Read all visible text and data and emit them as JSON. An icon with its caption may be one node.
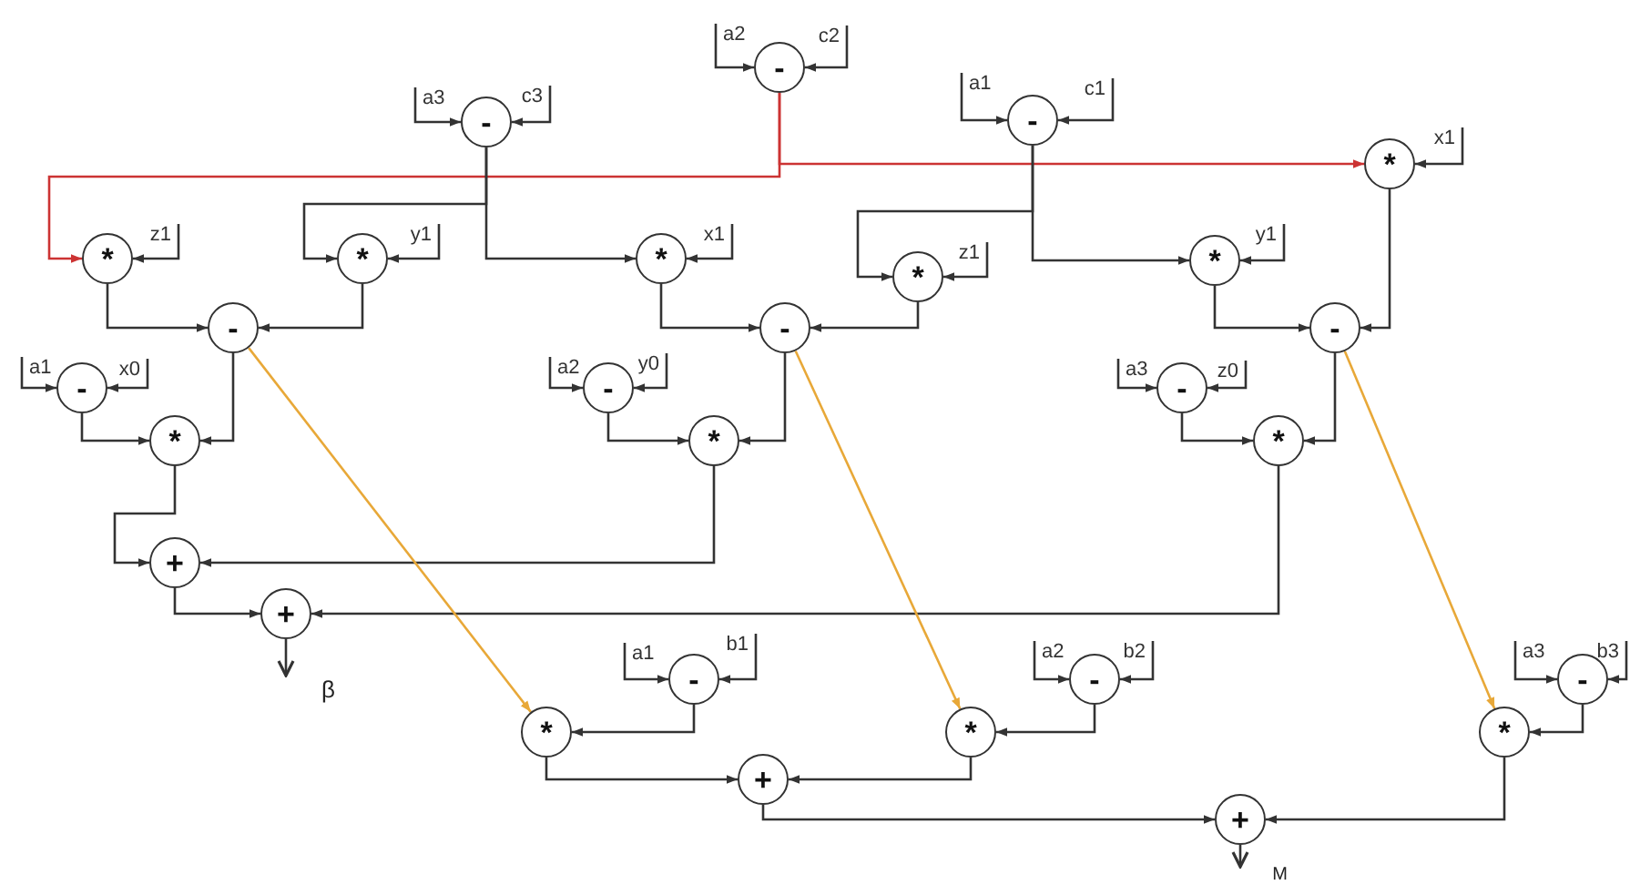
{
  "diagram": {
    "nodes": [
      {
        "text": [
          "a2"
        ]
      },
      {
        "text": [
          "c2"
        ]
      },
      {
        "text": [
          "-"
        ]
      },
      {
        "text": [
          "a3"
        ]
      },
      {
        "text": [
          "c3"
        ]
      },
      {
        "text": [
          "-"
        ]
      },
      {
        "text": [
          "a1"
        ]
      },
      {
        "text": [
          "c1"
        ]
      },
      {
        "text": [
          "-"
        ]
      },
      {
        "text": [
          "*"
        ]
      },
      {
        "text": [
          "x1"
        ]
      },
      {
        "text": [
          "*"
        ]
      },
      {
        "text": [
          "z1"
        ]
      },
      {
        "text": [
          "*"
        ]
      },
      {
        "text": [
          "y1"
        ]
      },
      {
        "text": [
          "*"
        ]
      },
      {
        "text": [
          "x1"
        ]
      },
      {
        "text": [
          "*"
        ]
      },
      {
        "text": [
          "z1"
        ]
      },
      {
        "text": [
          "*"
        ]
      },
      {
        "text": [
          "y1"
        ]
      },
      {
        "text": [
          "-"
        ]
      },
      {
        "text": [
          "-"
        ]
      },
      {
        "text": [
          "-"
        ]
      },
      {
        "text": [
          "a1"
        ]
      },
      {
        "text": [
          "x0"
        ]
      },
      {
        "text": [
          "-"
        ]
      },
      {
        "text": [
          "a2"
        ]
      },
      {
        "text": [
          "y0"
        ]
      },
      {
        "text": [
          "-"
        ]
      },
      {
        "text": [
          "a3"
        ]
      },
      {
        "text": [
          "z0"
        ]
      },
      {
        "text": [
          "-"
        ]
      },
      {
        "text": [
          "*"
        ]
      },
      {
        "text": [
          "*"
        ]
      },
      {
        "text": [
          "*"
        ]
      },
      {
        "text": [
          "+"
        ]
      },
      {
        "text": [
          "+"
        ]
      },
      {
        "text": [
          "β"
        ]
      },
      {
        "text": [
          "a1"
        ]
      },
      {
        "text": [
          "b1"
        ]
      },
      {
        "text": [
          "-"
        ]
      },
      {
        "text": [
          "a2"
        ]
      },
      {
        "text": [
          "b2"
        ]
      },
      {
        "text": [
          "-"
        ]
      },
      {
        "text": [
          "a3"
        ]
      },
      {
        "text": [
          "b3"
        ]
      },
      {
        "text": [
          "-"
        ]
      },
      {
        "text": [
          "*"
        ]
      },
      {
        "text": [
          "*"
        ]
      },
      {
        "text": [
          "*"
        ]
      },
      {
        "text": [
          "+"
        ]
      },
      {
        "text": [
          "+"
        ]
      },
      {
        "text": [
          "M"
        ]
      }
    ],
    "edges": [
      {
        "from": 0,
        "to": 2,
        "arrow": "to"
      },
      {
        "from": 1,
        "to": 2,
        "arrow": "to"
      },
      {
        "from": 3,
        "to": 5,
        "arrow": "to"
      },
      {
        "from": 4,
        "to": 5,
        "arrow": "to"
      },
      {
        "from": 6,
        "to": 8,
        "arrow": "to"
      },
      {
        "from": 7,
        "to": 8,
        "arrow": "to"
      },
      {
        "from": 10,
        "to": 9,
        "arrow": "to"
      },
      {
        "from": 2,
        "to": 11,
        "arrow": "to",
        "color": "#cc3333"
      },
      {
        "from": 2,
        "to": 9,
        "arrow": "to",
        "color": "#cc3333"
      },
      {
        "from": 5,
        "to": 13,
        "arrow": "to"
      },
      {
        "from": 5,
        "to": 15,
        "arrow": "to"
      },
      {
        "from": 8,
        "to": 17,
        "arrow": "to"
      },
      {
        "from": 8,
        "to": 19,
        "arrow": "to"
      },
      {
        "from": 12,
        "to": 11,
        "arrow": "to"
      },
      {
        "from": 14,
        "to": 13,
        "arrow": "to"
      },
      {
        "from": 16,
        "to": 15,
        "arrow": "to"
      },
      {
        "from": 18,
        "to": 17,
        "arrow": "to"
      },
      {
        "from": 20,
        "to": 19,
        "arrow": "to"
      },
      {
        "from": 11,
        "to": 21,
        "arrow": "to"
      },
      {
        "from": 13,
        "to": 21,
        "arrow": "to"
      },
      {
        "from": 15,
        "to": 22,
        "arrow": "to"
      },
      {
        "from": 17,
        "to": 22,
        "arrow": "to"
      },
      {
        "from": 19,
        "to": 23,
        "arrow": "to"
      },
      {
        "from": 9,
        "to": 23,
        "arrow": "to"
      },
      {
        "from": 24,
        "to": 26,
        "arrow": "to"
      },
      {
        "from": 25,
        "to": 26,
        "arrow": "to"
      },
      {
        "from": 27,
        "to": 29,
        "arrow": "to"
      },
      {
        "from": 28,
        "to": 29,
        "arrow": "to"
      },
      {
        "from": 30,
        "to": 32,
        "arrow": "to"
      },
      {
        "from": 31,
        "to": 32,
        "arrow": "to"
      },
      {
        "from": 26,
        "to": 33,
        "arrow": "to"
      },
      {
        "from": 21,
        "to": 33,
        "arrow": "to"
      },
      {
        "from": 29,
        "to": 34,
        "arrow": "to"
      },
      {
        "from": 22,
        "to": 34,
        "arrow": "to"
      },
      {
        "from": 32,
        "to": 35,
        "arrow": "to"
      },
      {
        "from": 23,
        "to": 35,
        "arrow": "to"
      },
      {
        "from": 33,
        "to": 36,
        "arrow": "to"
      },
      {
        "from": 34,
        "to": 36,
        "arrow": "to"
      },
      {
        "from": 36,
        "to": 37,
        "arrow": "to"
      },
      {
        "from": 35,
        "to": 37,
        "arrow": "to"
      },
      {
        "from": 37,
        "to": 38,
        "arrow": "to"
      },
      {
        "from": 39,
        "to": 41,
        "arrow": "to"
      },
      {
        "from": 40,
        "to": 41,
        "arrow": "to"
      },
      {
        "from": 42,
        "to": 44,
        "arrow": "to"
      },
      {
        "from": 43,
        "to": 44,
        "arrow": "to"
      },
      {
        "from": 45,
        "to": 47,
        "arrow": "to"
      },
      {
        "from": 46,
        "to": 47,
        "arrow": "to"
      },
      {
        "from": 21,
        "to": 48,
        "arrow": "to",
        "color": "#e8a838"
      },
      {
        "from": 22,
        "to": 49,
        "arrow": "to",
        "color": "#e8a838"
      },
      {
        "from": 23,
        "to": 50,
        "arrow": "to",
        "color": "#e8a838"
      },
      {
        "from": 41,
        "to": 48,
        "arrow": "to"
      },
      {
        "from": 44,
        "to": 49,
        "arrow": "to"
      },
      {
        "from": 47,
        "to": 50,
        "arrow": "to"
      },
      {
        "from": 48,
        "to": 51,
        "arrow": "to"
      },
      {
        "from": 49,
        "to": 51,
        "arrow": "to"
      },
      {
        "from": 51,
        "to": 52,
        "arrow": "to"
      },
      {
        "from": 50,
        "to": 52,
        "arrow": "to"
      },
      {
        "from": 52,
        "to": 53,
        "arrow": "to"
      }
    ]
  }
}
